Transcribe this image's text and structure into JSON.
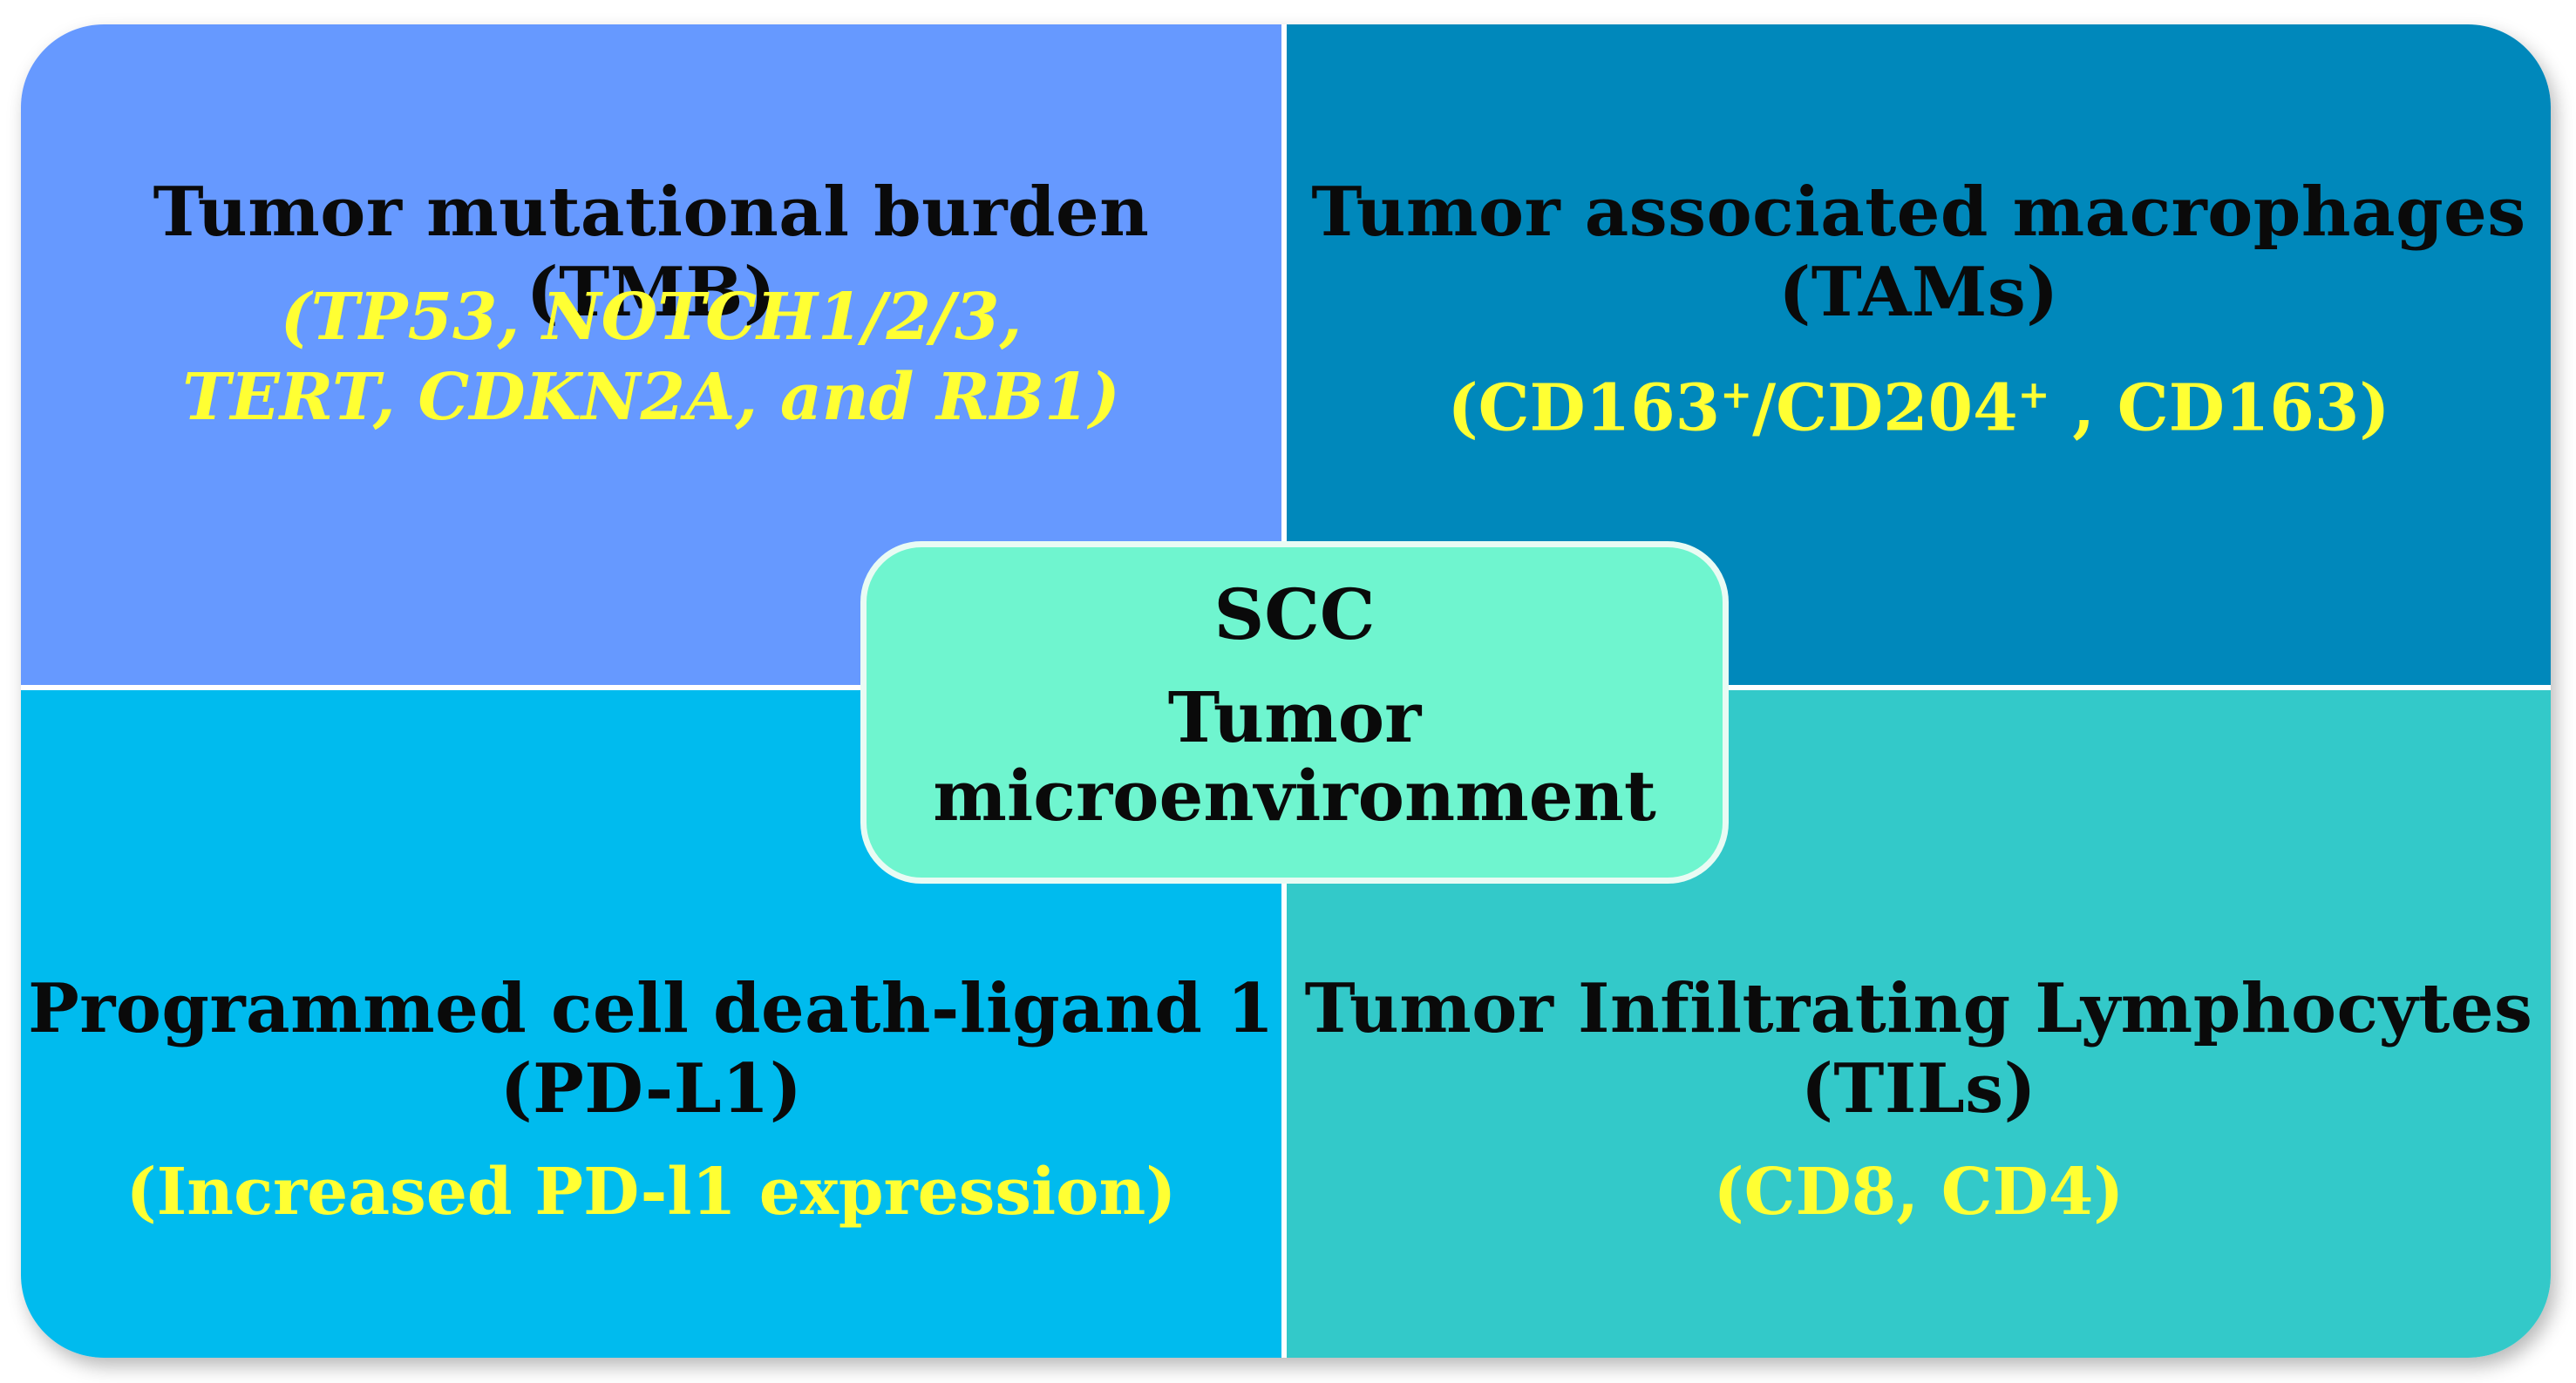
{
  "center": {
    "title": "SCC",
    "subtitle_line1": "Tumor",
    "subtitle_line2": "microenvironment"
  },
  "quadrants": {
    "top_left": {
      "heading": "Tumor mutational burden (TMB)",
      "detail_line1": "(TP53, NOTCH1/2/3,",
      "detail_line2": "TERT, CDKN2A, and RB1)",
      "color": "#6699ff"
    },
    "top_right": {
      "heading_line1": "Tumor associated macrophages",
      "heading_line2": "(TAMs)",
      "detail_prefix": "(CD163",
      "detail_sup1": "+",
      "detail_mid": "/CD204",
      "detail_sup2": "+",
      "detail_suffix": " , CD163)",
      "color": "#0088bb"
    },
    "bottom_left": {
      "heading_line1": "Programmed cell death-ligand 1",
      "heading_line2": "(PD-L1)",
      "detail": "(Increased PD-l1 expression)",
      "color": "#00bbee"
    },
    "bottom_right": {
      "heading_line1": "Tumor Infiltrating Lymphocytes",
      "heading_line2": "(TILs)",
      "detail": "(CD8, CD4)",
      "color": "#33c9c9"
    }
  },
  "colors": {
    "center_fill": "#6ff5cf",
    "heading_text": "#0a0a0a",
    "detail_text": "#ffff33"
  }
}
